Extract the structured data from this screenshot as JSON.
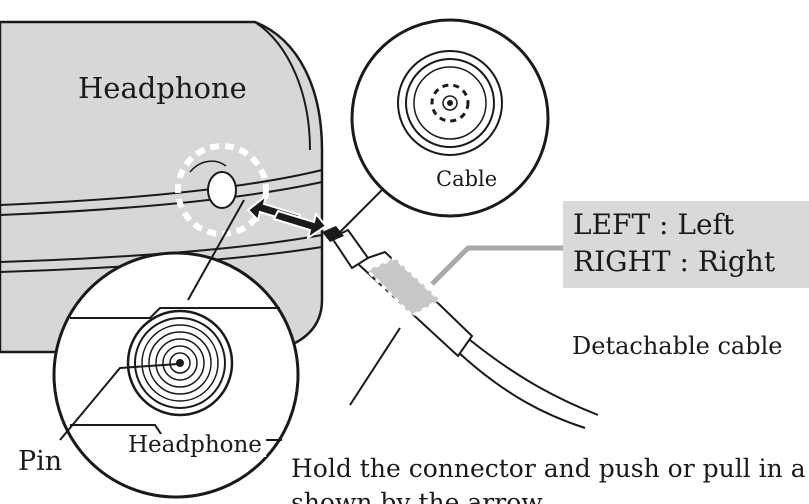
{
  "labels": {
    "headphone": "Headphone",
    "cable": "Cable",
    "pin": "Pin",
    "headphone_small": "Headphone",
    "detachable_cable": "Detachable cable"
  },
  "legend": {
    "left_row": "LEFT : Left",
    "right_row": "RIGHT : Right"
  },
  "caption": {
    "line1": "Hold the connector and push or pull in a straight line as",
    "line2": "shown by the arrow."
  },
  "colors": {
    "line": "#1a1a1a",
    "earcup_fill": "#d7d7d7",
    "legend_bg": "#d9d9d9",
    "connector_highlight": "#c8c8c8"
  }
}
